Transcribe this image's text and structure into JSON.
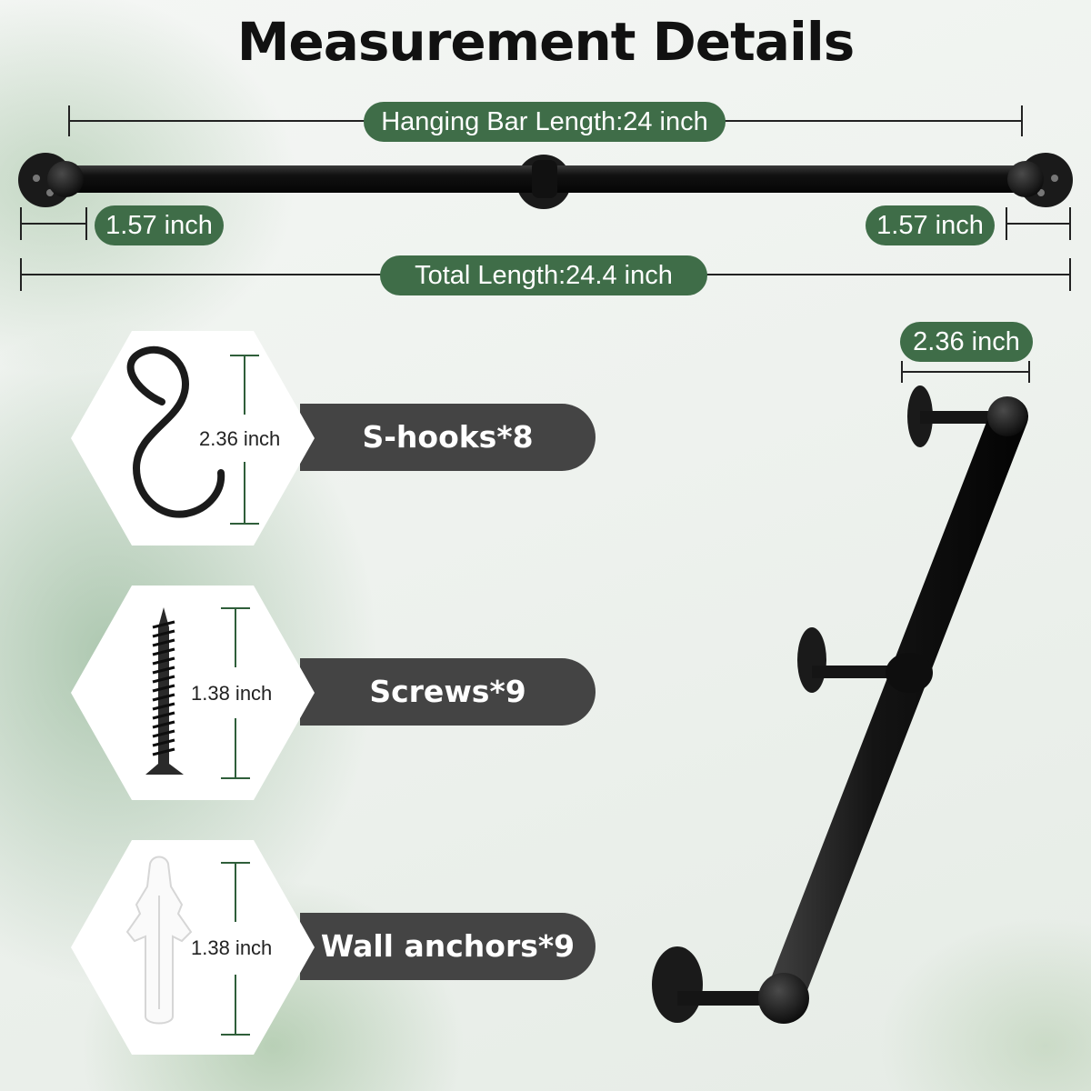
{
  "title": "Measurement Details",
  "top_bar": {
    "hanging_length_label": "Hanging Bar Length:24 inch",
    "left_offset_label": "1.57 inch",
    "right_offset_label": "1.57 inch",
    "total_length_label": "Total Length:24.4 inch"
  },
  "side_view": {
    "depth_label": "2.36 inch"
  },
  "accessories": [
    {
      "name": "S-hooks*8",
      "size": "2.36 inch",
      "icon": "s-hook-icon"
    },
    {
      "name": "Screws*9",
      "size": "1.38 inch",
      "icon": "screw-icon"
    },
    {
      "name": "Wall anchors*9",
      "size": "1.38 inch",
      "icon": "wall-anchor-icon"
    }
  ],
  "colors": {
    "accent_green": "#3f6d48",
    "label_dark": "#444444",
    "bar_black": "#111111"
  }
}
